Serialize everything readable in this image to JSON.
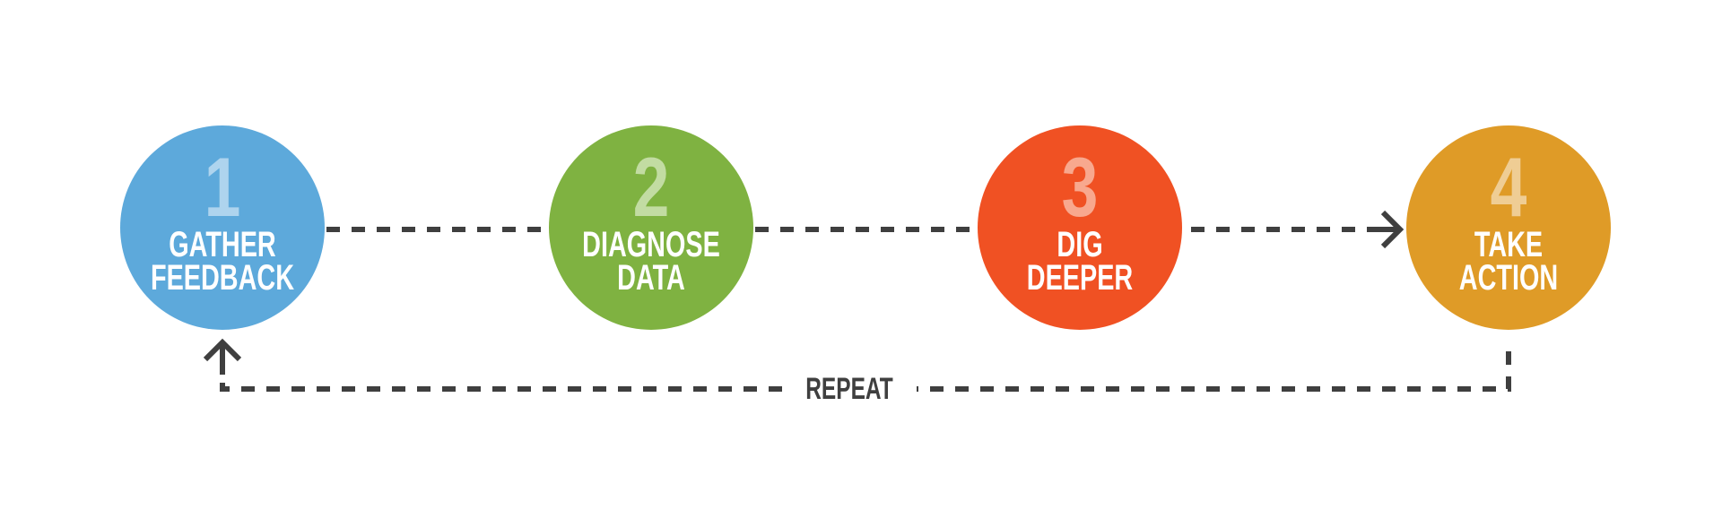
{
  "steps": [
    {
      "number": "1",
      "line1": "GATHER",
      "line2": "FEEDBACK",
      "color": "#5da9db",
      "number_color": "#aed4ee"
    },
    {
      "number": "2",
      "line1": "DIAGNOSE",
      "line2": "DATA",
      "color": "#7fb241",
      "number_color": "#c2dca2"
    },
    {
      "number": "3",
      "line1": "DIG",
      "line2": "DEEPER",
      "color": "#f05123",
      "number_color": "#f8a88e"
    },
    {
      "number": "4",
      "line1": "TAKE",
      "line2": "ACTION",
      "color": "#df9b27",
      "number_color": "#efcd94"
    }
  ],
  "loop_label": "REPEAT",
  "line_color": "#3f3f3f"
}
